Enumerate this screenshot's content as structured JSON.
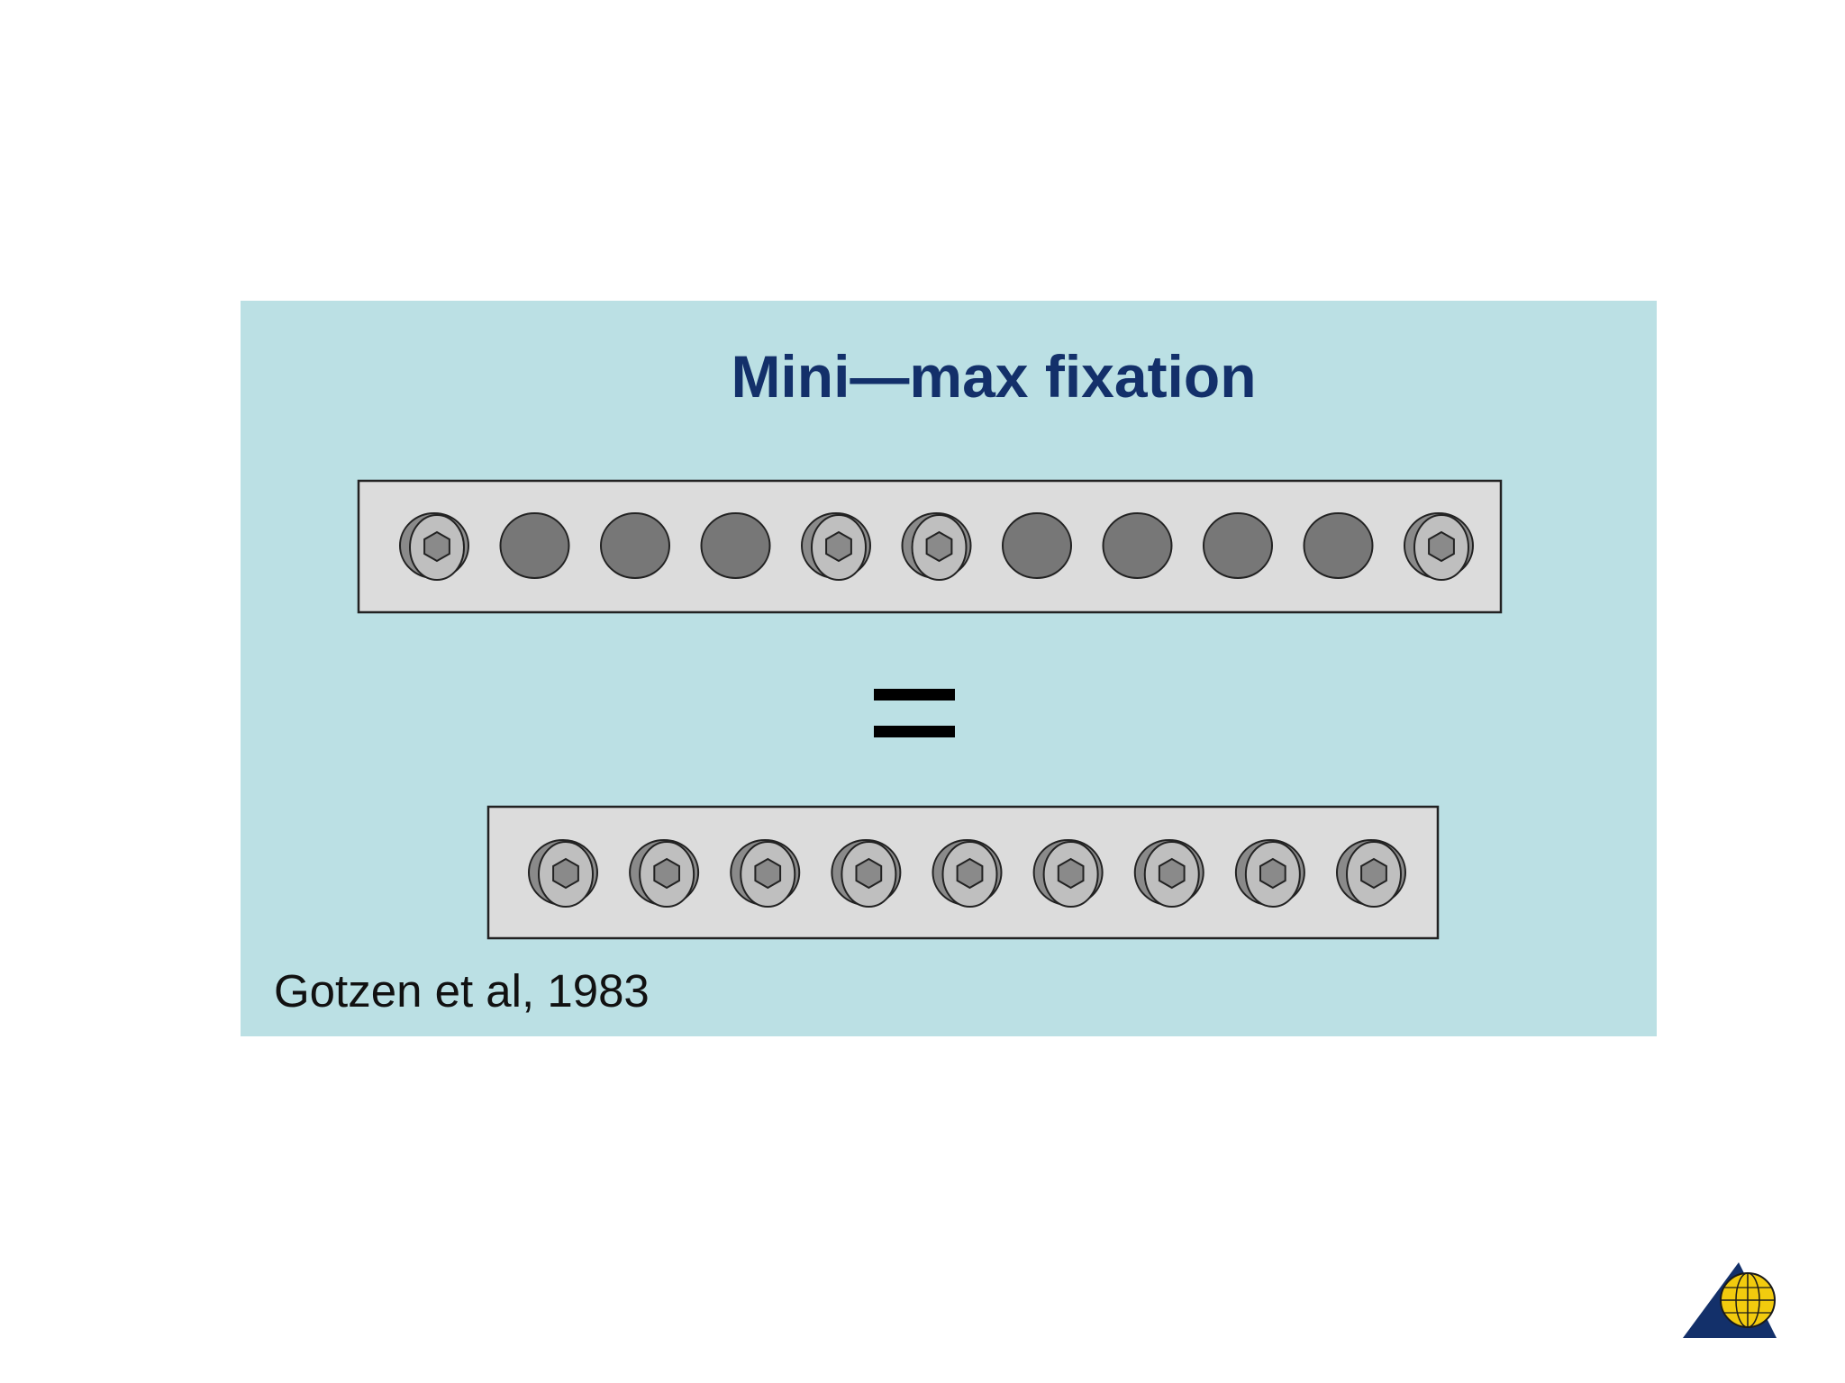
{
  "title": "Mini—max fixation",
  "citation": "Gotzen et al, 1983",
  "colors": {
    "panel_background": "#bbe0e4",
    "title": "#13306a",
    "plate": "#dcdcdc",
    "empty_hole": "#777777",
    "screw_head": "#bfbfbf",
    "outline": "#222222"
  },
  "top_plate": {
    "holes": [
      "screw",
      "empty",
      "empty",
      "empty",
      "screw",
      "screw",
      "empty",
      "empty",
      "empty",
      "empty",
      "screw"
    ]
  },
  "equals_sign": "=",
  "bottom_plate": {
    "holes": [
      "screw",
      "screw",
      "screw",
      "screw",
      "screw",
      "screw",
      "screw",
      "screw",
      "screw"
    ]
  },
  "icons": {
    "logo": "triangle-globe-logo-icon"
  }
}
